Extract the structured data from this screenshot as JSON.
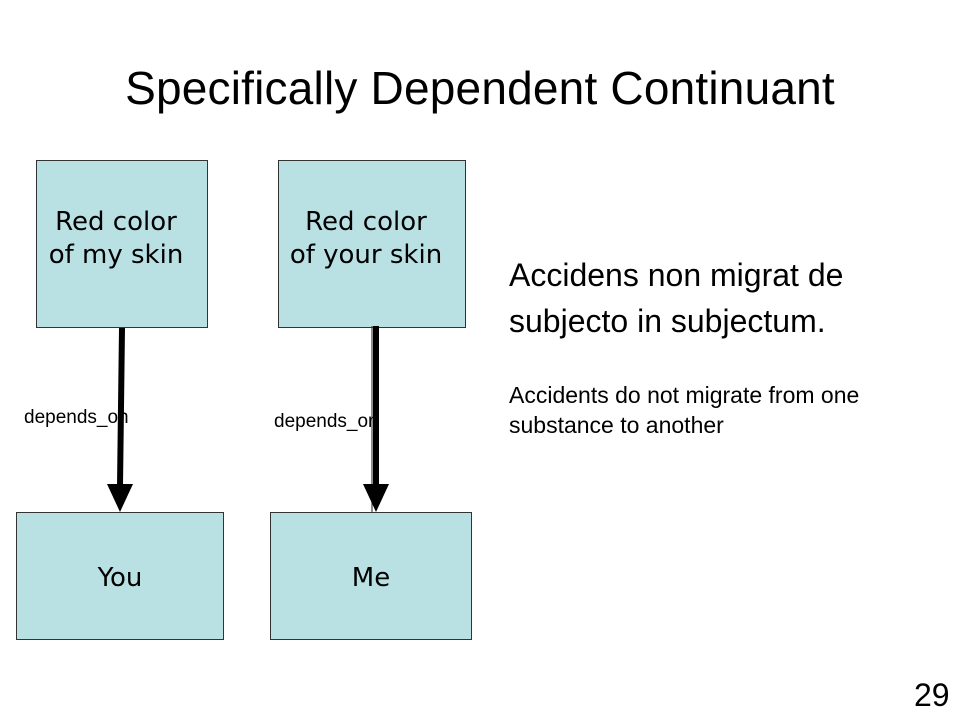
{
  "slide": {
    "title": "Specifically Dependent Continuant",
    "page_number": "29"
  },
  "diagram": {
    "boxes": {
      "red_color_my_skin": {
        "line1": "Red color",
        "line2": "of my skin"
      },
      "red_color_your_skin": {
        "line1": "Red color",
        "line2": "of your skin"
      },
      "you": {
        "label": "You"
      },
      "me": {
        "label": "Me"
      }
    },
    "relations": [
      {
        "label": "depends_on",
        "from": "Red color of my skin",
        "to": "You"
      },
      {
        "label": "depends_on",
        "from": "Red color of your skin",
        "to": "Me"
      }
    ],
    "colors": {
      "box_fill": "#b9e0e3",
      "box_border": "#333333",
      "arrow": "#000000"
    }
  },
  "text_block": {
    "latin_line1": "Accidens non migrat de",
    "latin_line2": "subjecto in subjectum.",
    "translation_line1": "Accidents do not migrate from one",
    "translation_line2": "substance to another"
  }
}
